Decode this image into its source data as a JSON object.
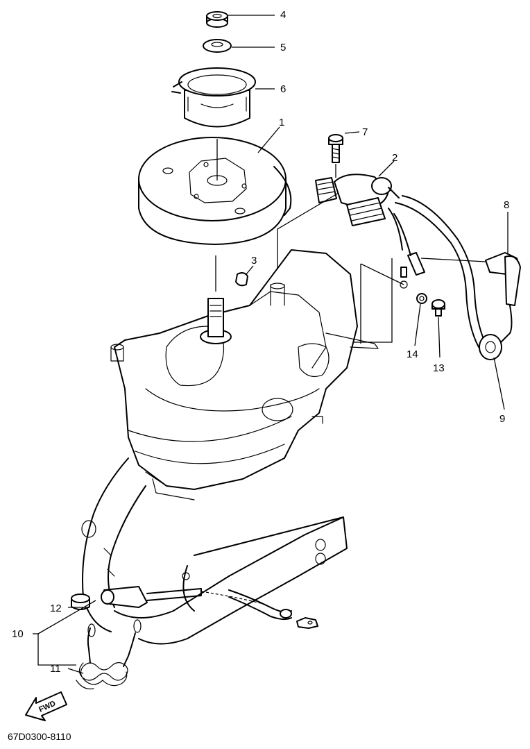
{
  "diagram": {
    "drawing_code": "67D0300-8110",
    "direction_label": "FWD",
    "callouts": [
      {
        "id": "c4",
        "label": "4"
      },
      {
        "id": "c5",
        "label": "5"
      },
      {
        "id": "c6",
        "label": "6"
      },
      {
        "id": "c1",
        "label": "1"
      },
      {
        "id": "c7",
        "label": "7"
      },
      {
        "id": "c2",
        "label": "2"
      },
      {
        "id": "c8",
        "label": "8"
      },
      {
        "id": "c3",
        "label": "3"
      },
      {
        "id": "c14",
        "label": "14"
      },
      {
        "id": "c13",
        "label": "13"
      },
      {
        "id": "c9",
        "label": "9"
      },
      {
        "id": "c12",
        "label": "12"
      },
      {
        "id": "c10",
        "label": "10"
      },
      {
        "id": "c11",
        "label": "11"
      }
    ]
  }
}
